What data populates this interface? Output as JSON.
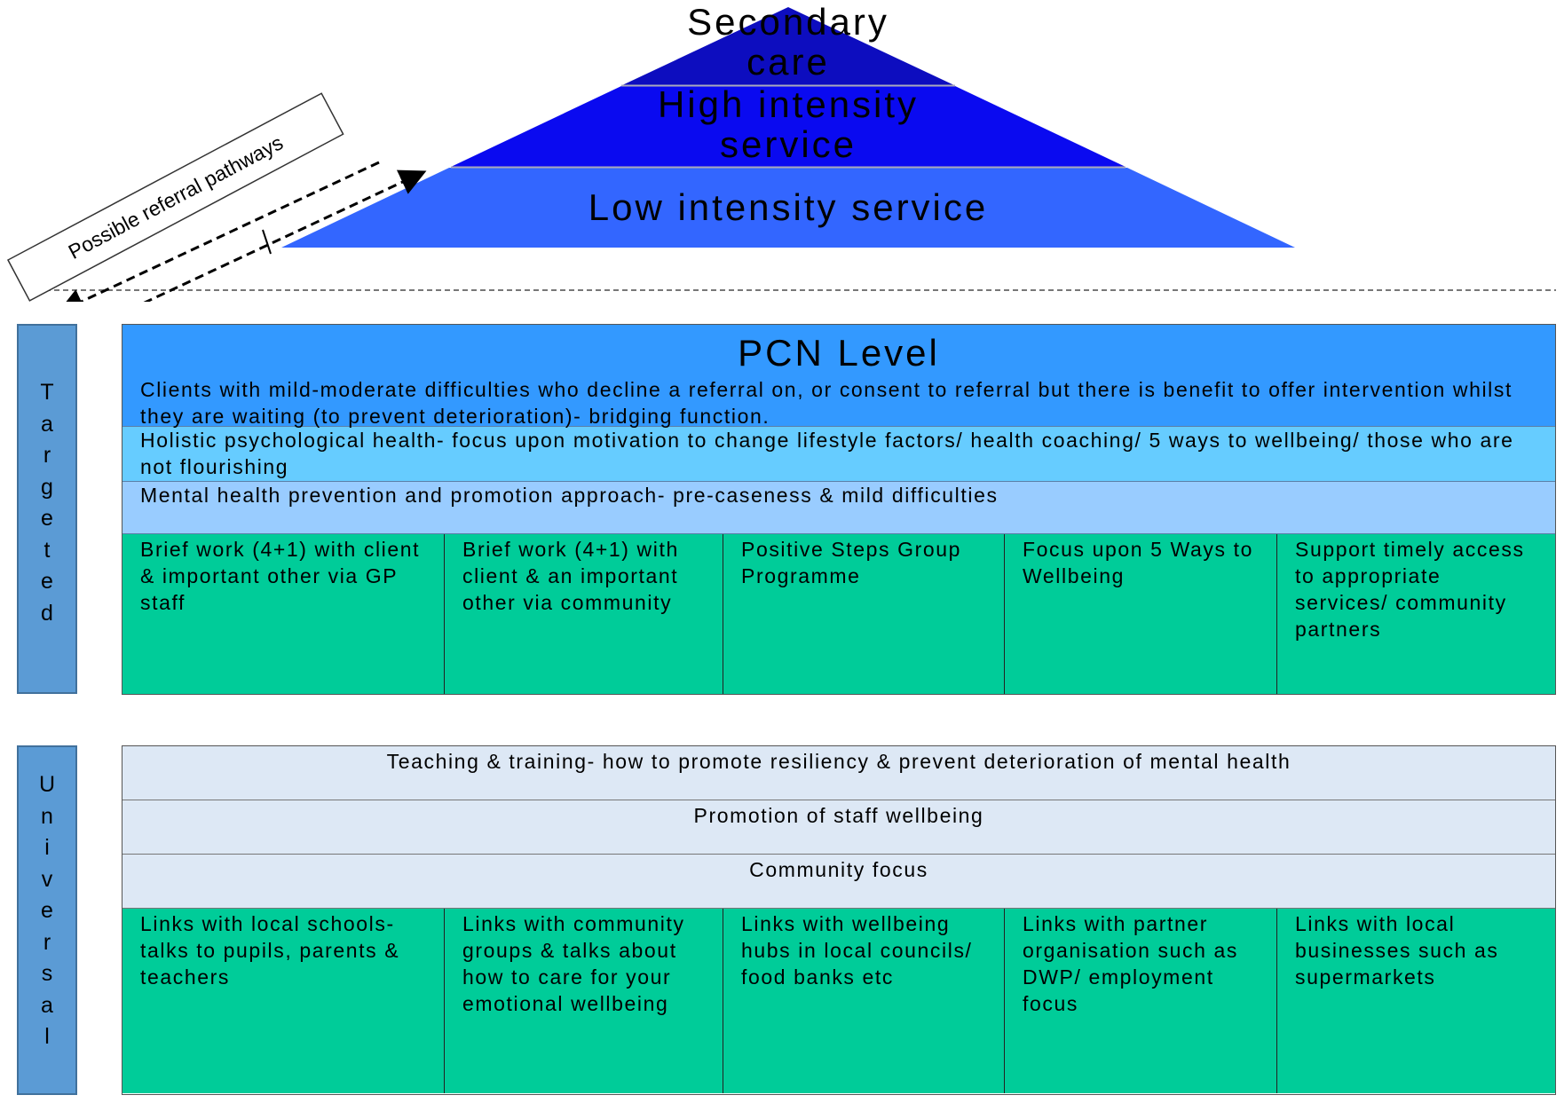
{
  "pyramid": {
    "tiers": [
      {
        "label_line1": "Secondary",
        "label_line2": "care",
        "color": "#0d0dbf"
      },
      {
        "label_line1": "High intensity",
        "label_line2": "service",
        "color": "#0a0af0"
      },
      {
        "label_line1": "Low intensity service",
        "color": "#3366ff"
      }
    ]
  },
  "referral_label": "Possible referral pathways",
  "targeted": {
    "side_label": "Targeted",
    "title": "PCN Level",
    "rows": [
      "Clients with mild-moderate difficulties who decline a referral on, or consent to referral but there is benefit to offer intervention whilst they are waiting (to prevent deterioration)- bridging function.",
      "Holistic psychological health- focus upon motivation to change lifestyle factors/ health coaching/ 5 ways to wellbeing/ those who are not flourishing",
      "Mental health prevention and promotion approach- pre-caseness & mild difficulties"
    ],
    "cells": [
      "Brief work (4+1) with client & important other via GP staff",
      "Brief work (4+1) with client & an important other via community",
      "Positive Steps Group Programme",
      "Focus upon 5 Ways to Wellbeing",
      "Support timely access to appropriate services/ community partners"
    ]
  },
  "universal": {
    "side_label": "Universal",
    "rows": [
      "Teaching & training- how to promote resiliency & prevent deterioration of mental health",
      "Promotion of staff wellbeing",
      "Community focus"
    ],
    "cells": [
      "Links with local schools- talks to pupils, parents & teachers",
      "Links with community groups & talks about how to care for your emotional wellbeing",
      "Links with wellbeing hubs in local councils/ food banks etc",
      "Links with partner organisation such as DWP/ employment focus",
      "Links with local businesses such as supermarkets"
    ]
  }
}
